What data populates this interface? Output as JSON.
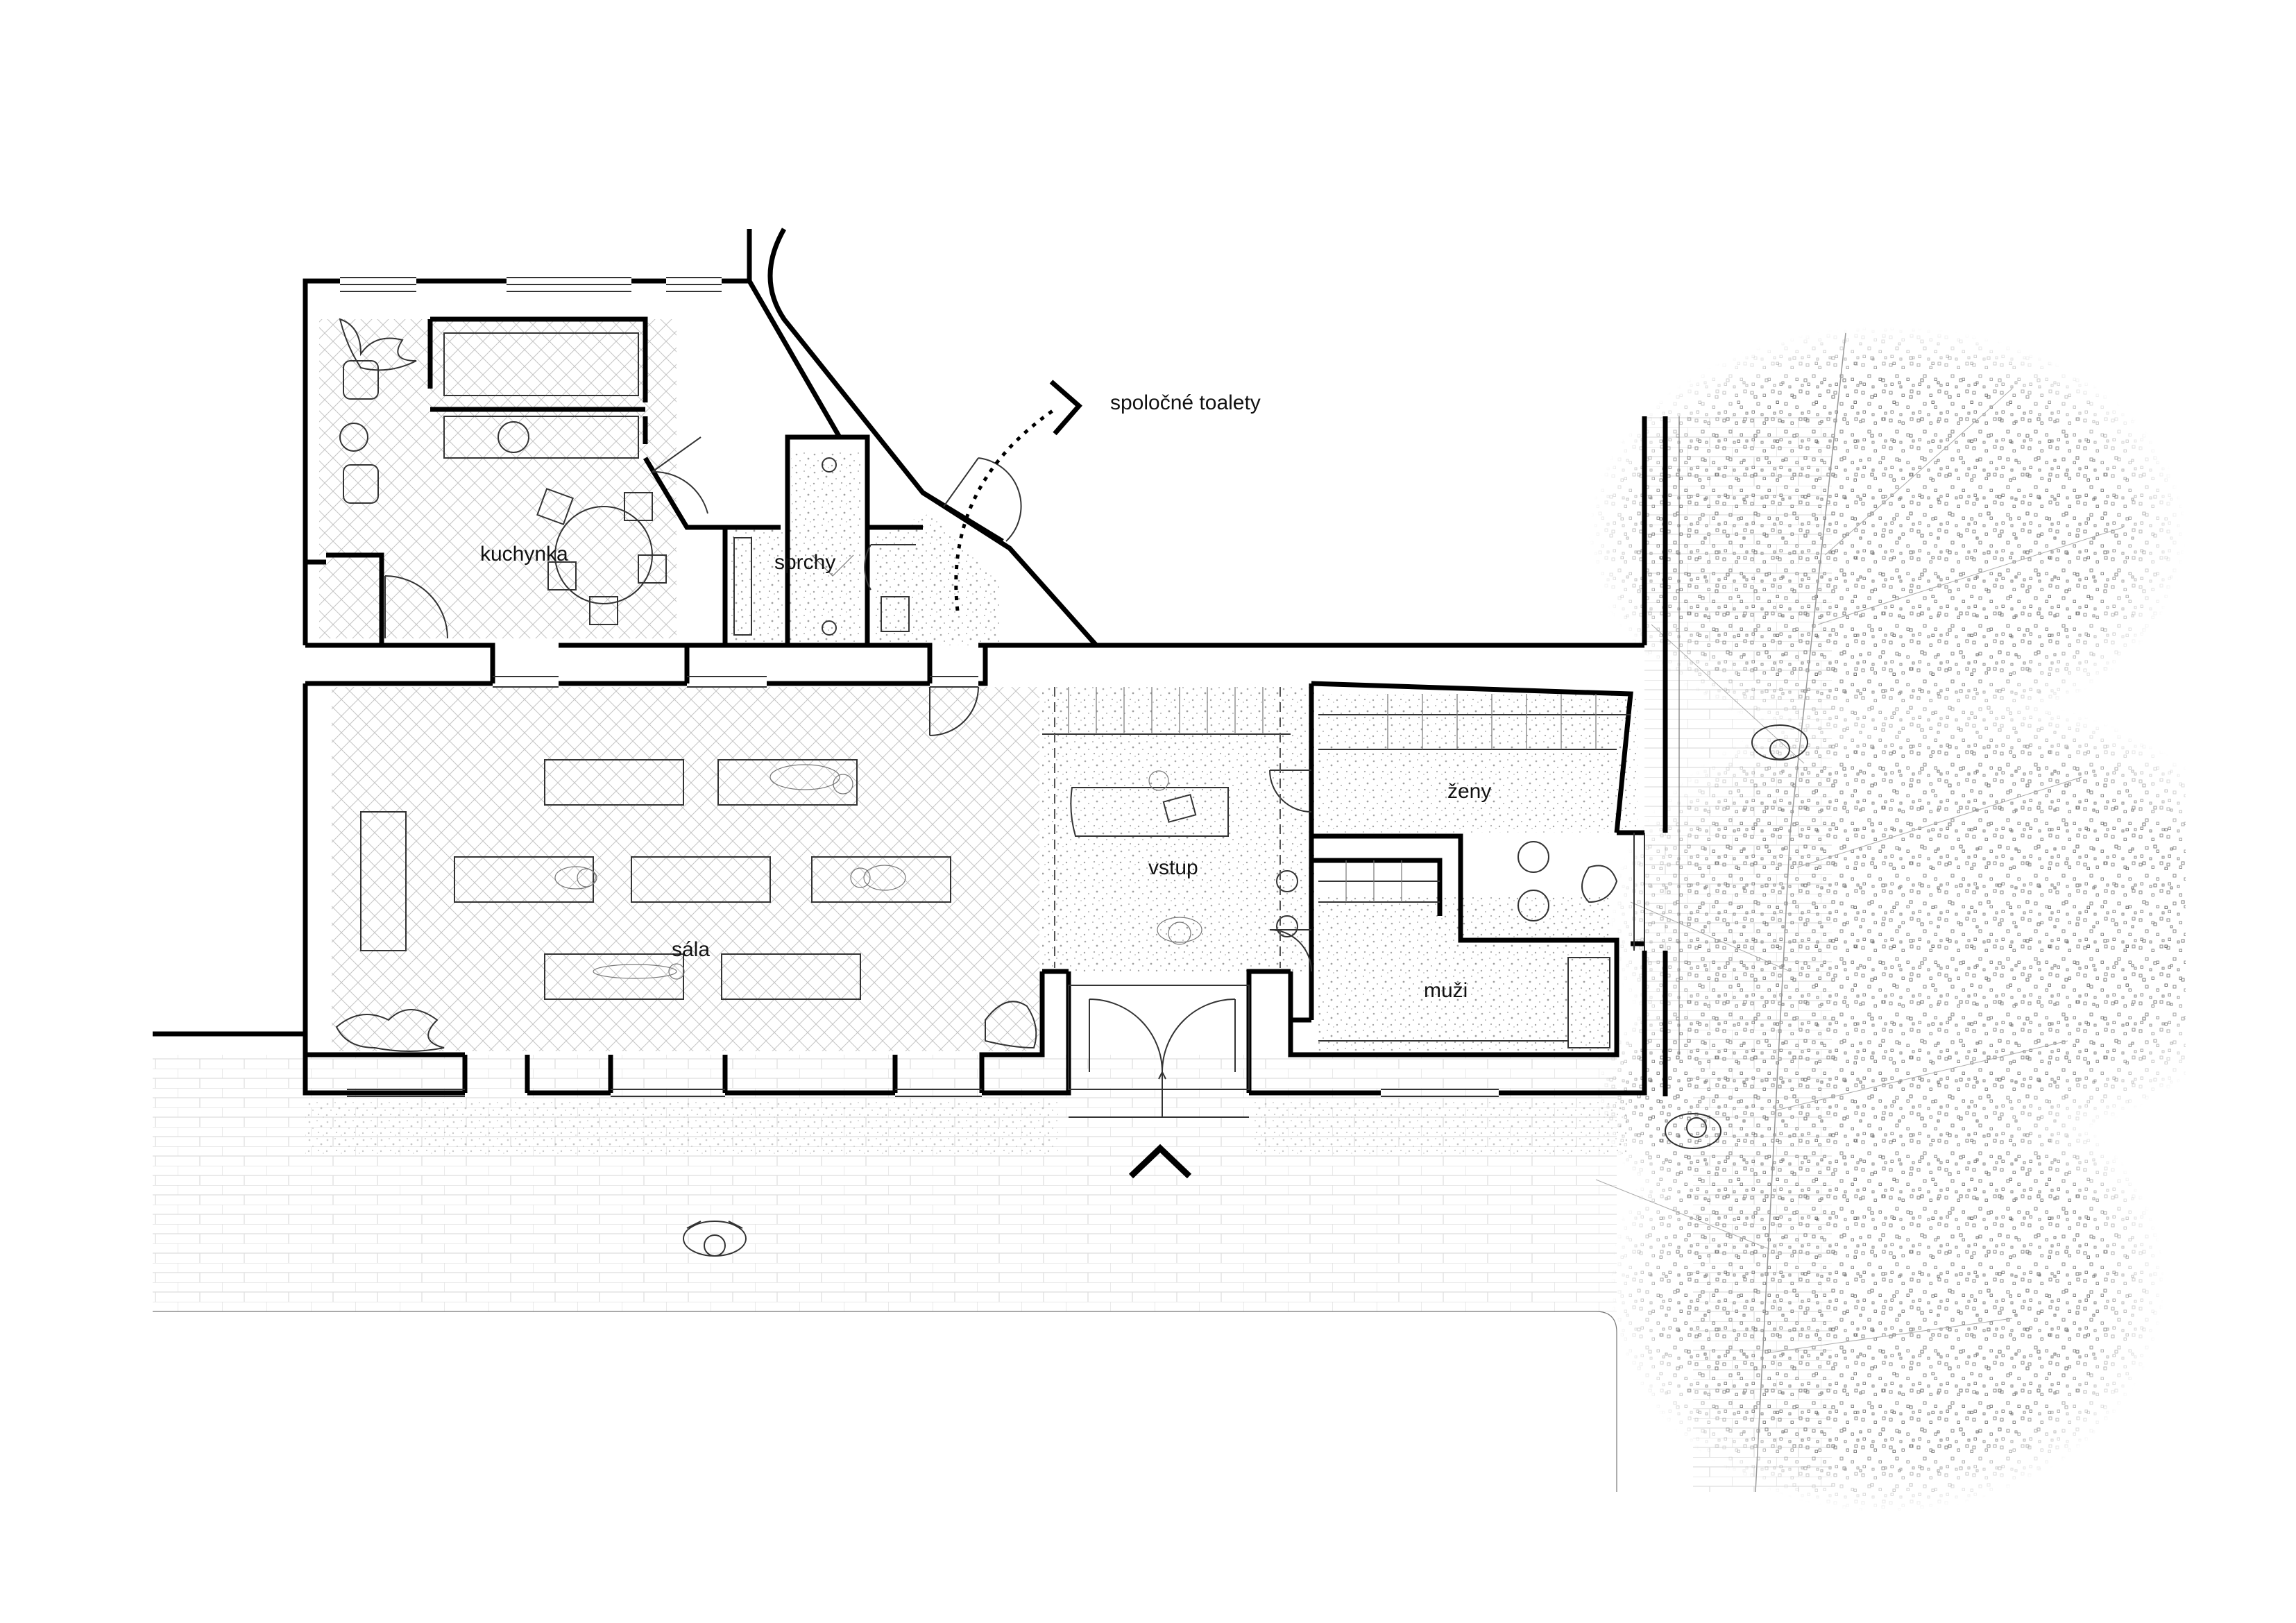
{
  "rooms": {
    "kuchynka": "kuchynka",
    "sprchy": "sprchy",
    "toalety": "spoločné toalety",
    "sala": "sála",
    "vstup": "vstup",
    "zeny": "ženy",
    "muzi": "muži"
  },
  "colors": {
    "wall": "#000000",
    "line": "#555555",
    "hatch": "#9a9a9a",
    "tree": "#8a8a8a",
    "background": "#ffffff"
  }
}
